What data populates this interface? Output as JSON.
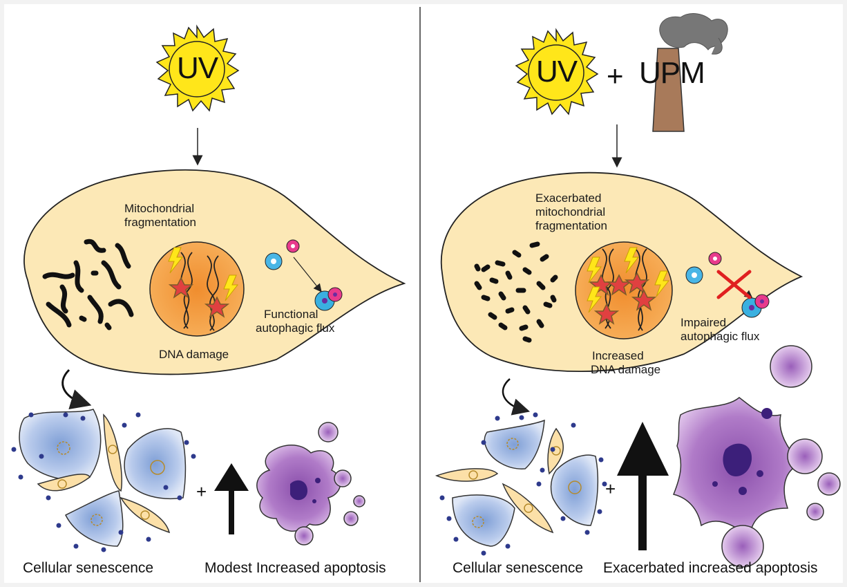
{
  "left_panel": {
    "stressor": "UV",
    "mito_label": [
      "Mitochondrial",
      "fragmentation"
    ],
    "dna_label": "DNA damage",
    "autophagy_label": [
      "Functional",
      "autophagic flux"
    ],
    "senescence_label": "Cellular senescence",
    "plus": "+",
    "apoptosis_label": "Modest Increased apoptosis"
  },
  "right_panel": {
    "stressor": "UV",
    "plus": "+",
    "pollutant": "UPM",
    "mito_label": [
      "Exacerbated",
      "mitochondrial",
      "fragmentation"
    ],
    "dna_label": [
      "Increased",
      "DNA damage"
    ],
    "autophagy_label": [
      "Impaired",
      "autophagic flux"
    ],
    "senescence_label": "Cellular senescence",
    "plus_small": "+",
    "apoptosis_label": "Exacerbated increased apoptosis"
  },
  "icons": {
    "sun": "sun-icon",
    "smokestack": "smokestack-icon",
    "blocked": "red-x-icon"
  },
  "colors": {
    "cell": "#fce8b6",
    "nucleus": "#f6a04a",
    "sun": "#ffe61a",
    "senescent_blue": "#7f9fd6",
    "apoptotic_purple": "#b07bc8",
    "inhibition": "#e02020"
  }
}
